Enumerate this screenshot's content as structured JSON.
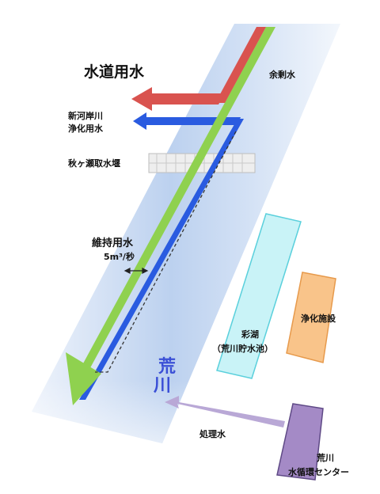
{
  "labels": {
    "water_supply": "水道用水",
    "surplus_water": "余剰水",
    "shingashi_line1": "新河岸川",
    "shingashi_line2": "浄化用水",
    "akigase_weir": "秋ヶ瀬取水堰",
    "maintenance_flow": "維持用水",
    "flow_rate": "5m³/秒",
    "river_name_line1": "荒",
    "river_name_line2": "川",
    "lake_name": "彩湖",
    "lake_note": "（荒川貯水池）",
    "purification_facility": "浄化施設",
    "treated_water": "処理水",
    "center_line1": "荒川",
    "center_line2": "水循環センター"
  },
  "colors": {
    "water_supply_flow": "#d9534f",
    "maintenance_flow": "#8fd14f",
    "purification_flow": "#2a5be0",
    "treated_water_flow": "#b9a8d6",
    "lake_fill": "#c9f3f7",
    "lake_border": "#5ad0dc",
    "facility_fill": "#f9c48a",
    "facility_border": "#e79a4c",
    "center_fill": "#a48ac6",
    "center_border": "#5f4a86",
    "river_light": "#e6eef9",
    "river_mid": "#b7cdee"
  }
}
